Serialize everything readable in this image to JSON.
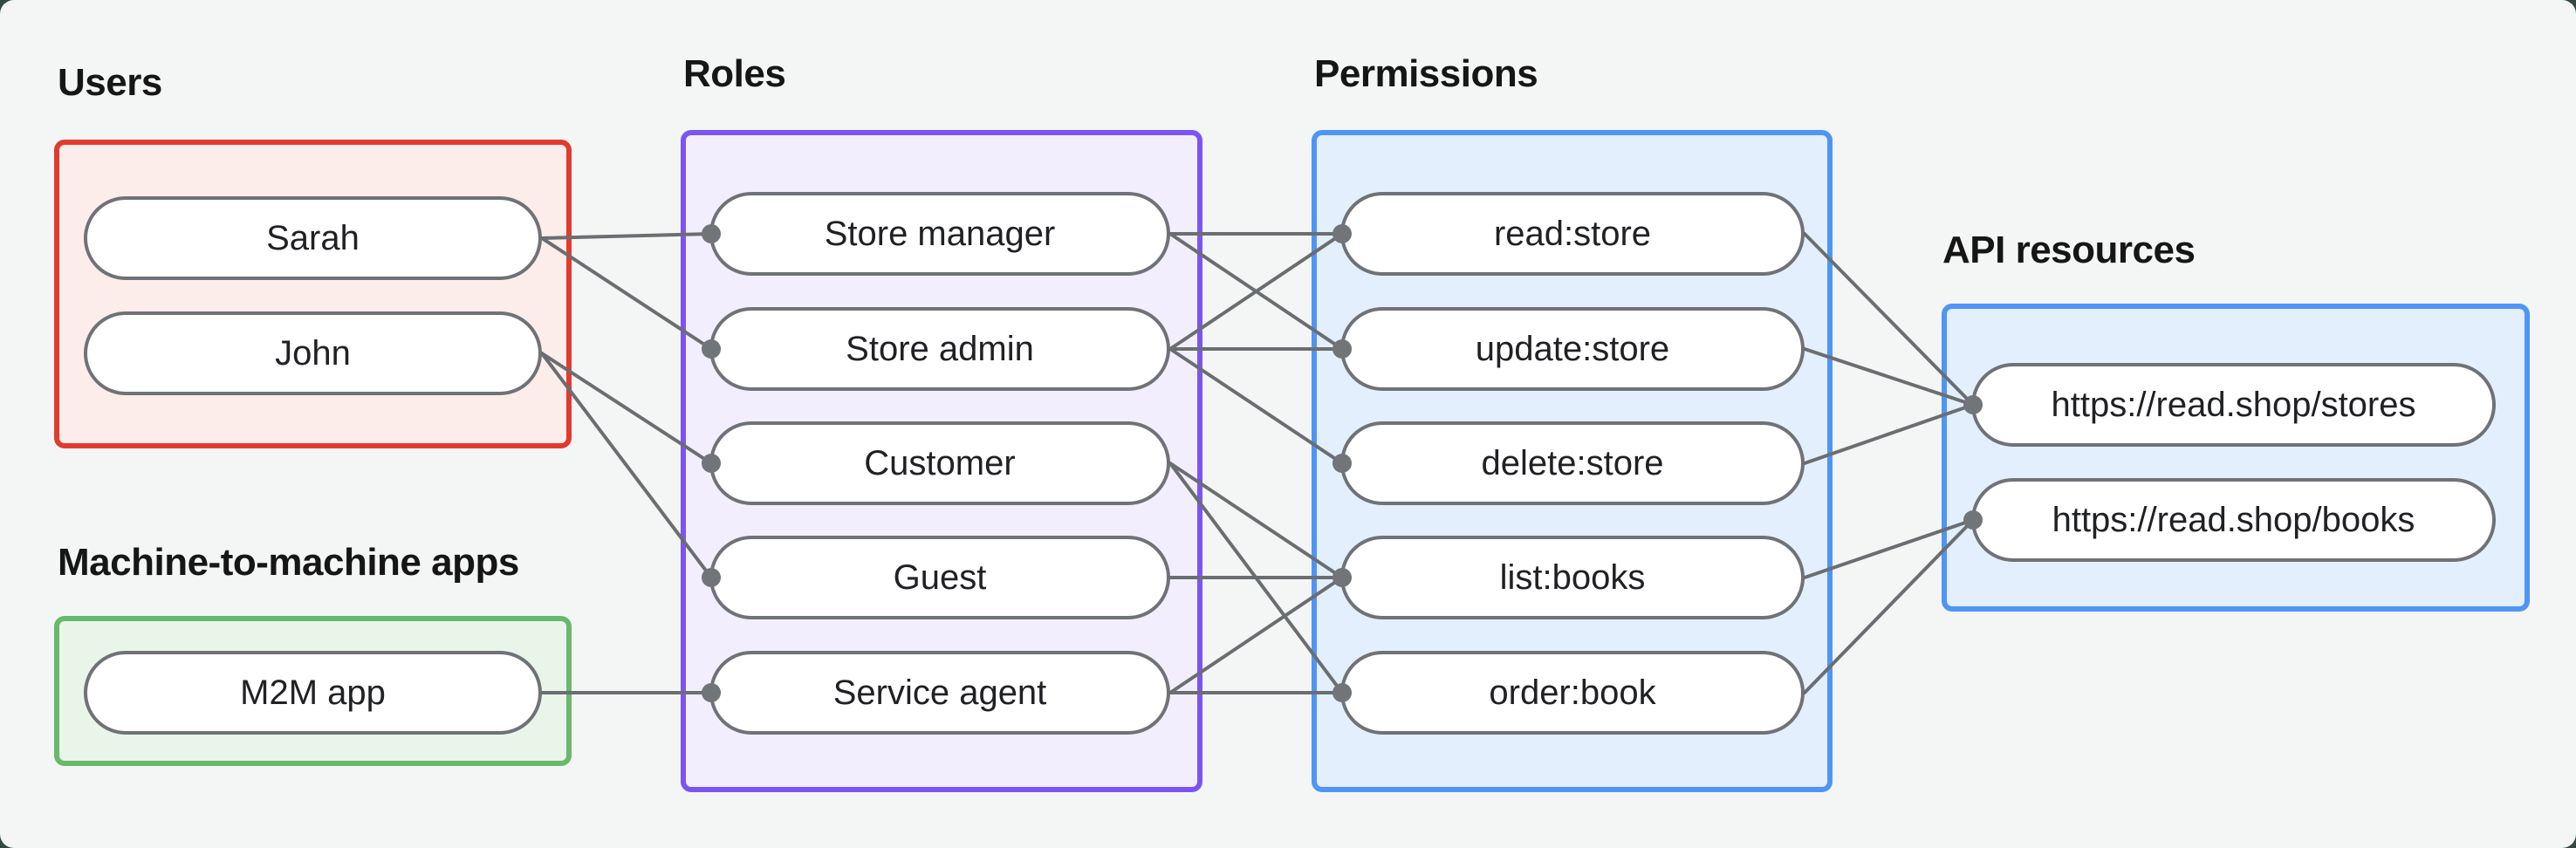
{
  "colors": {
    "background": "#f4f6f5",
    "page_corner": "#33493e",
    "edge": "#6b6e71",
    "dot": "#717478",
    "pill_bg": "#ffffff",
    "pill_border": "#6f7276"
  },
  "groups": {
    "users": {
      "label": "Users",
      "border": "#e23b2e",
      "fill": "#fdedea",
      "nodes": [
        "Sarah",
        "John"
      ]
    },
    "m2m": {
      "label": "Machine-to-machine apps",
      "border": "#67b96b",
      "fill": "#eaf5ea",
      "nodes": [
        "M2M app"
      ]
    },
    "roles": {
      "label": "Roles",
      "border": "#7b54f6",
      "fill": "#f3eefe",
      "nodes": [
        "Store manager",
        "Store admin",
        "Customer",
        "Guest",
        "Service agent"
      ]
    },
    "permissions": {
      "label": "Permissions",
      "border": "#4f95f6",
      "fill": "#e3effd",
      "nodes": [
        "read:store",
        "update:store",
        "delete:store",
        "list:books",
        "order:book"
      ]
    },
    "api": {
      "label": "API resources",
      "border": "#4f95f6",
      "fill": "#e3effd",
      "nodes": [
        "https://read.shop/stores",
        "https://read.shop/books"
      ]
    }
  },
  "edges": [
    {
      "from": "sarah",
      "to": "store-manager"
    },
    {
      "from": "sarah",
      "to": "store-admin"
    },
    {
      "from": "john",
      "to": "customer"
    },
    {
      "from": "john",
      "to": "guest"
    },
    {
      "from": "m2m-app",
      "to": "service-agent"
    },
    {
      "from": "store-manager",
      "to": "read-store"
    },
    {
      "from": "store-manager",
      "to": "update-store"
    },
    {
      "from": "store-admin",
      "to": "read-store"
    },
    {
      "from": "store-admin",
      "to": "update-store"
    },
    {
      "from": "store-admin",
      "to": "delete-store"
    },
    {
      "from": "customer",
      "to": "list-books"
    },
    {
      "from": "customer",
      "to": "order-book"
    },
    {
      "from": "guest",
      "to": "list-books"
    },
    {
      "from": "service-agent",
      "to": "list-books"
    },
    {
      "from": "service-agent",
      "to": "order-book"
    },
    {
      "from": "read-store",
      "to": "stores"
    },
    {
      "from": "update-store",
      "to": "stores"
    },
    {
      "from": "delete-store",
      "to": "stores"
    },
    {
      "from": "list-books",
      "to": "books"
    },
    {
      "from": "order-book",
      "to": "books"
    }
  ]
}
